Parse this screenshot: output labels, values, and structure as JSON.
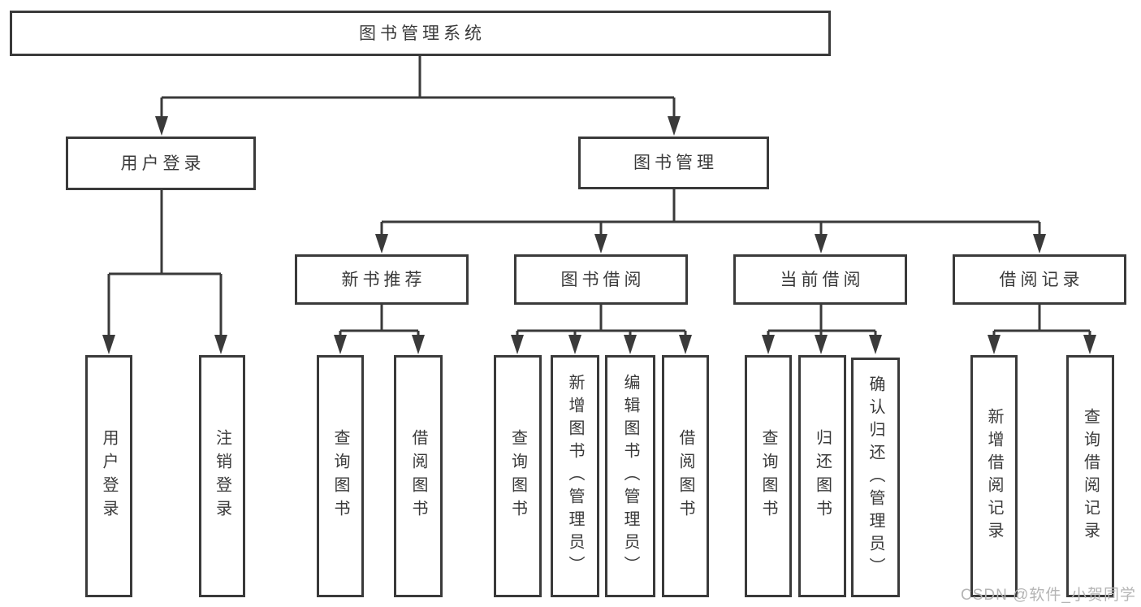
{
  "colors": {
    "line": "#3a3a3a",
    "text": "#3a3a3a",
    "box_background": "#ffffff",
    "watermark": "#b5b5b5"
  },
  "watermark": {
    "text": "CSDN @软件_小贺同学"
  },
  "diagram": {
    "root": {
      "label": "图书管理系统",
      "children": [
        {
          "label": "用户登录",
          "children": [
            {
              "label": "用户登录"
            },
            {
              "label": "注销登录"
            }
          ]
        },
        {
          "label": "图书管理",
          "children": [
            {
              "label": "新书推荐",
              "children": [
                {
                  "label": "查询图书"
                },
                {
                  "label": "借阅图书"
                }
              ]
            },
            {
              "label": "图书借阅",
              "children": [
                {
                  "label": "查询图书"
                },
                {
                  "label": "新增图书（管理员）"
                },
                {
                  "label": "编辑图书（管理员）"
                },
                {
                  "label": "借阅图书"
                }
              ]
            },
            {
              "label": "当前借阅",
              "children": [
                {
                  "label": "查询图书"
                },
                {
                  "label": "归还图书"
                },
                {
                  "label": "确认归还（管理员）"
                }
              ]
            },
            {
              "label": "借阅记录",
              "children": [
                {
                  "label": "新增借阅记录"
                },
                {
                  "label": "查询借阅记录"
                }
              ]
            }
          ]
        }
      ]
    }
  }
}
